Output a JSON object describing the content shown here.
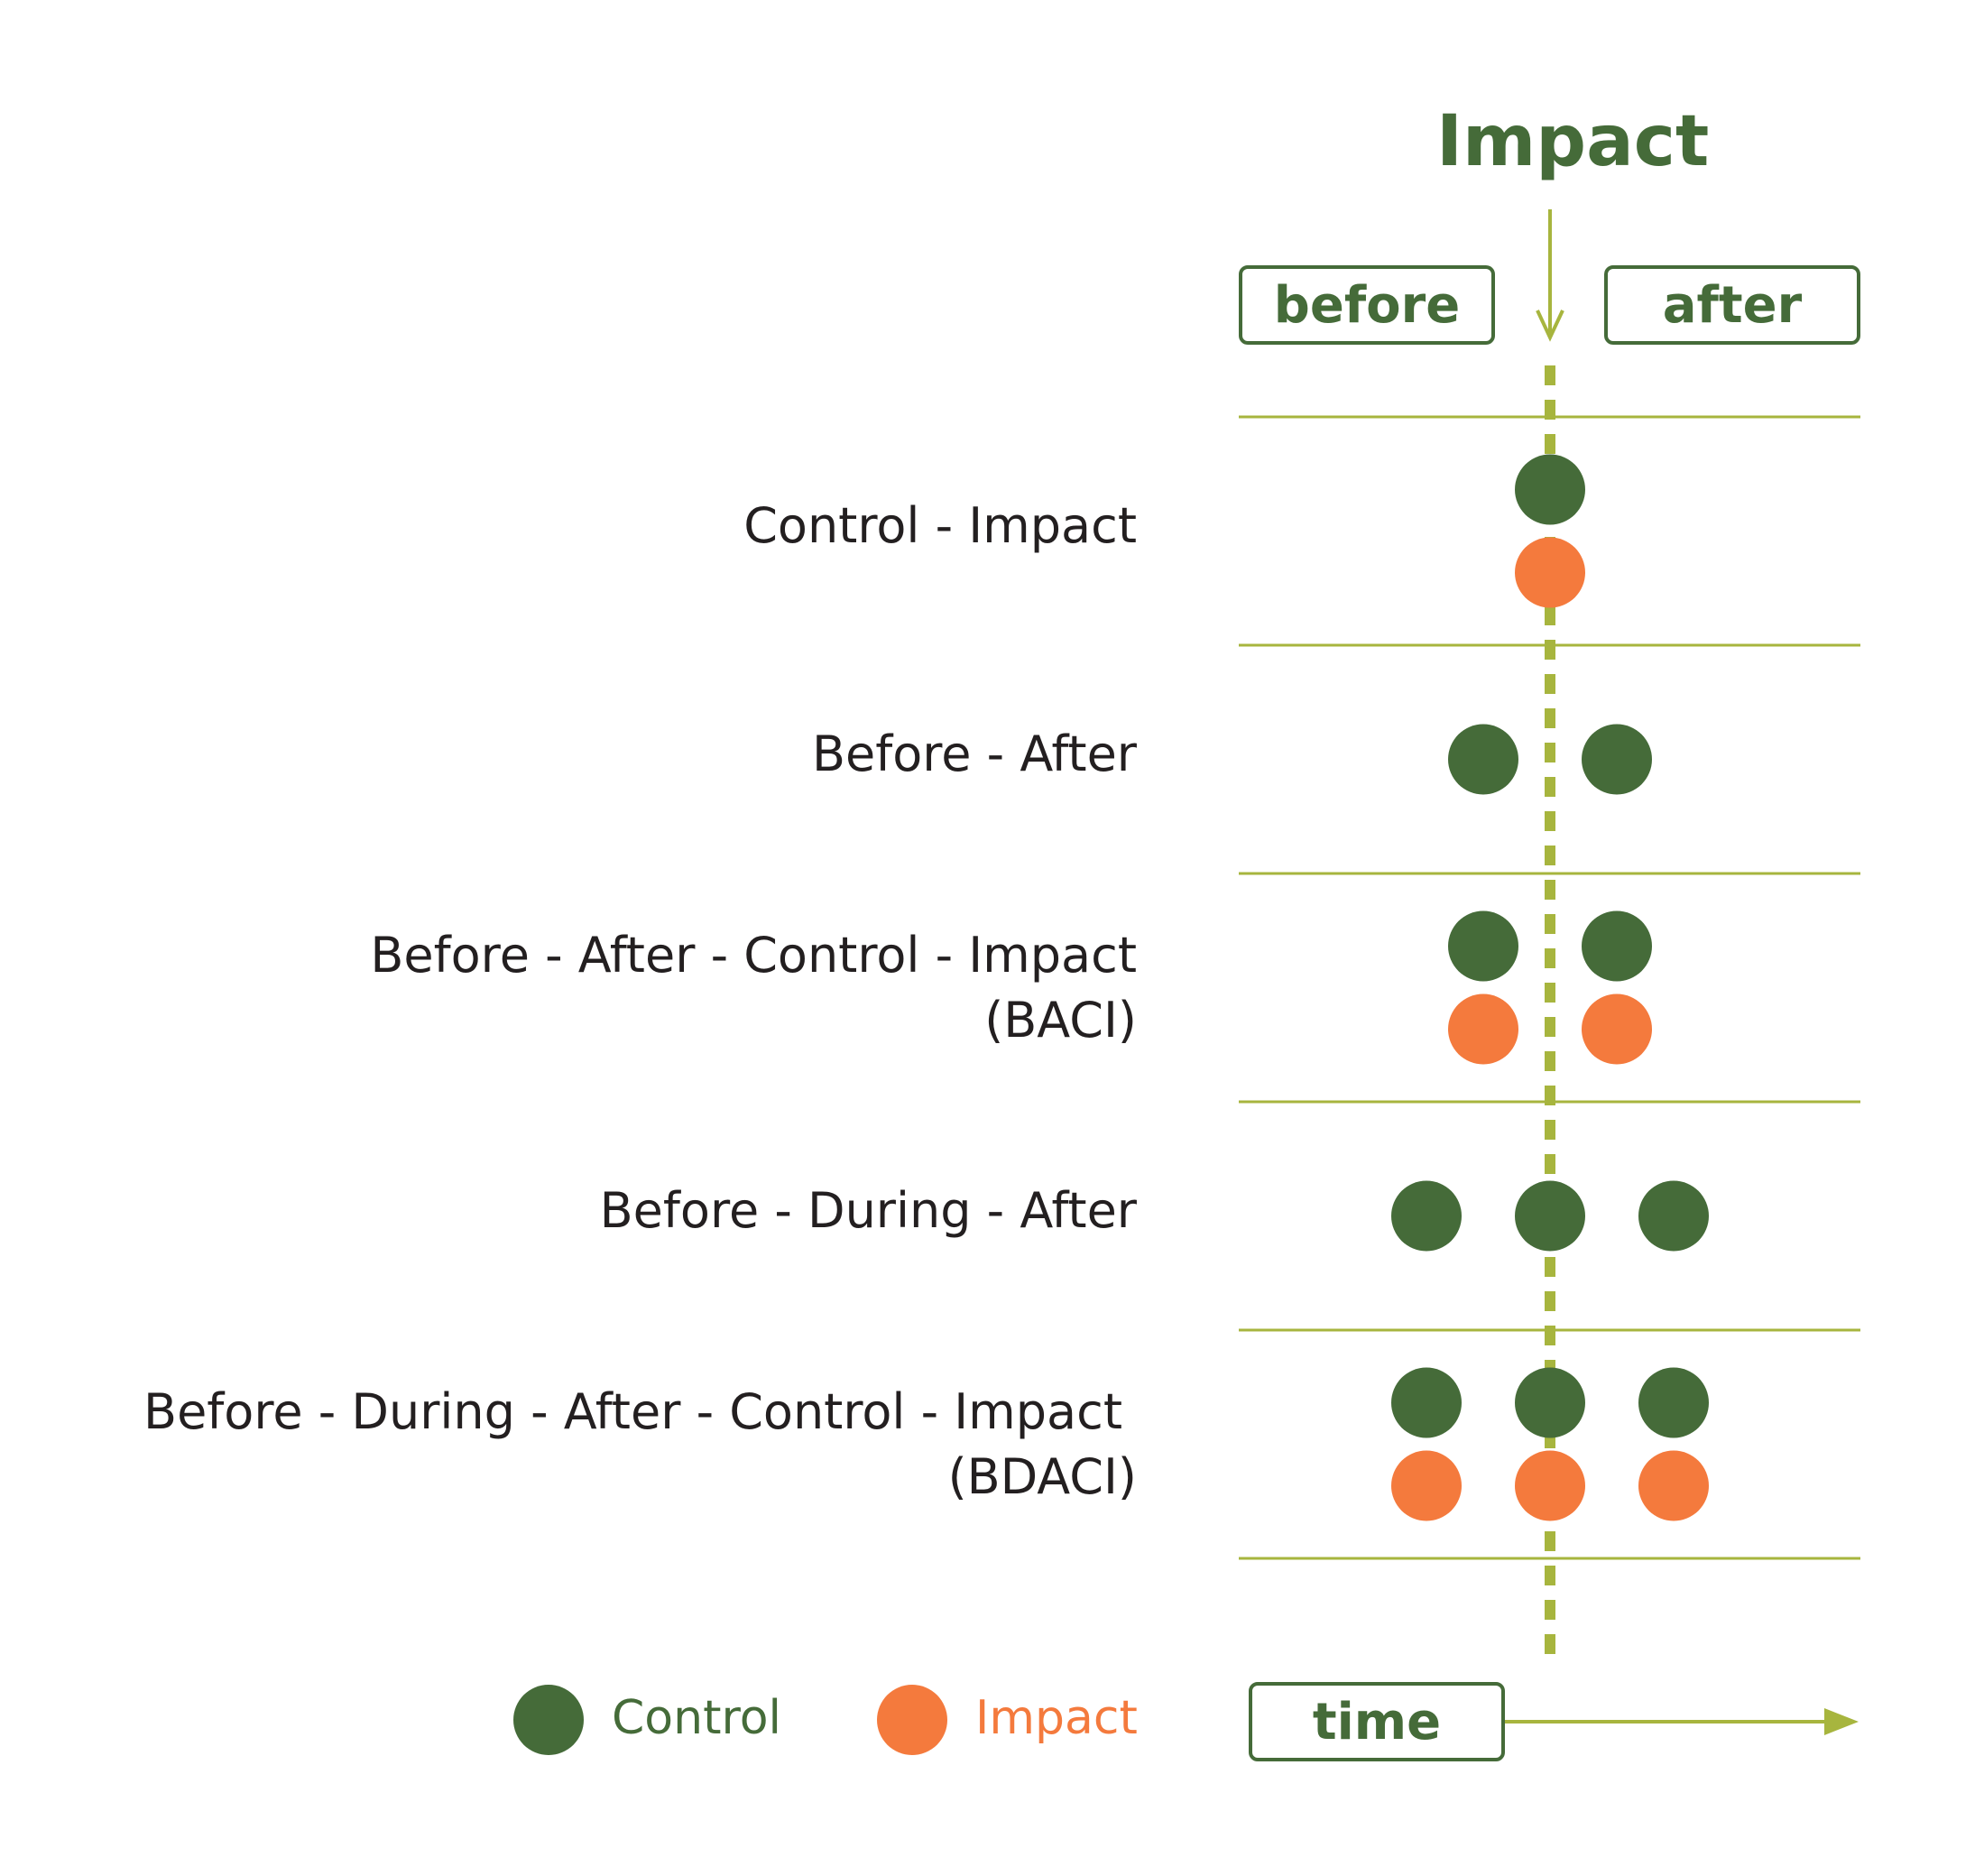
{
  "colors": {
    "control": "#456b39",
    "impact": "#f47a3d",
    "guide": "#a7b53e",
    "text": "#231f20"
  },
  "header": {
    "title": "Impact",
    "before_label": "before",
    "after_label": "after"
  },
  "designs": [
    {
      "line1": "Control - Impact",
      "line2": "",
      "before": [],
      "during": [
        "control",
        "impact"
      ],
      "after": []
    },
    {
      "line1": "Before - After",
      "line2": "",
      "before": [
        "control"
      ],
      "during": [],
      "after": [
        "control"
      ]
    },
    {
      "line1": "Before - After - Control - Impact",
      "line2": "(BACI)",
      "before": [
        "control",
        "impact"
      ],
      "during": [],
      "after": [
        "control",
        "impact"
      ]
    },
    {
      "line1": "Before - During - After",
      "line2": "",
      "before": [
        "control"
      ],
      "during": [
        "control"
      ],
      "after": [
        "control"
      ]
    },
    {
      "line1": "Before - During - After - Control - Impact",
      "line2": "(BDACI)",
      "before": [
        "control",
        "impact"
      ],
      "during": [
        "control",
        "impact"
      ],
      "after": [
        "control",
        "impact"
      ]
    }
  ],
  "legend": {
    "control_label": "Control",
    "impact_label": "Impact"
  },
  "axis": {
    "time_label": "time"
  }
}
